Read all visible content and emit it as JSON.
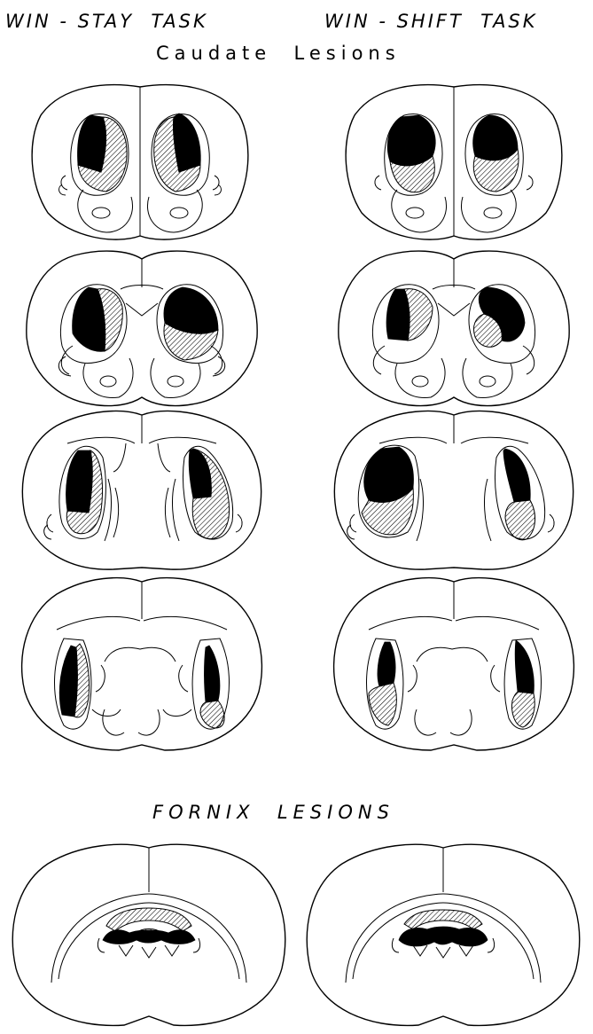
{
  "header": {
    "win_stay": "WIN - STAY  TASK",
    "win_shift": "WIN - SHIFT  TASK",
    "caudate": "Caudate  Lesions"
  },
  "fornix": {
    "title": "FORNIX  LESIONS"
  }
}
